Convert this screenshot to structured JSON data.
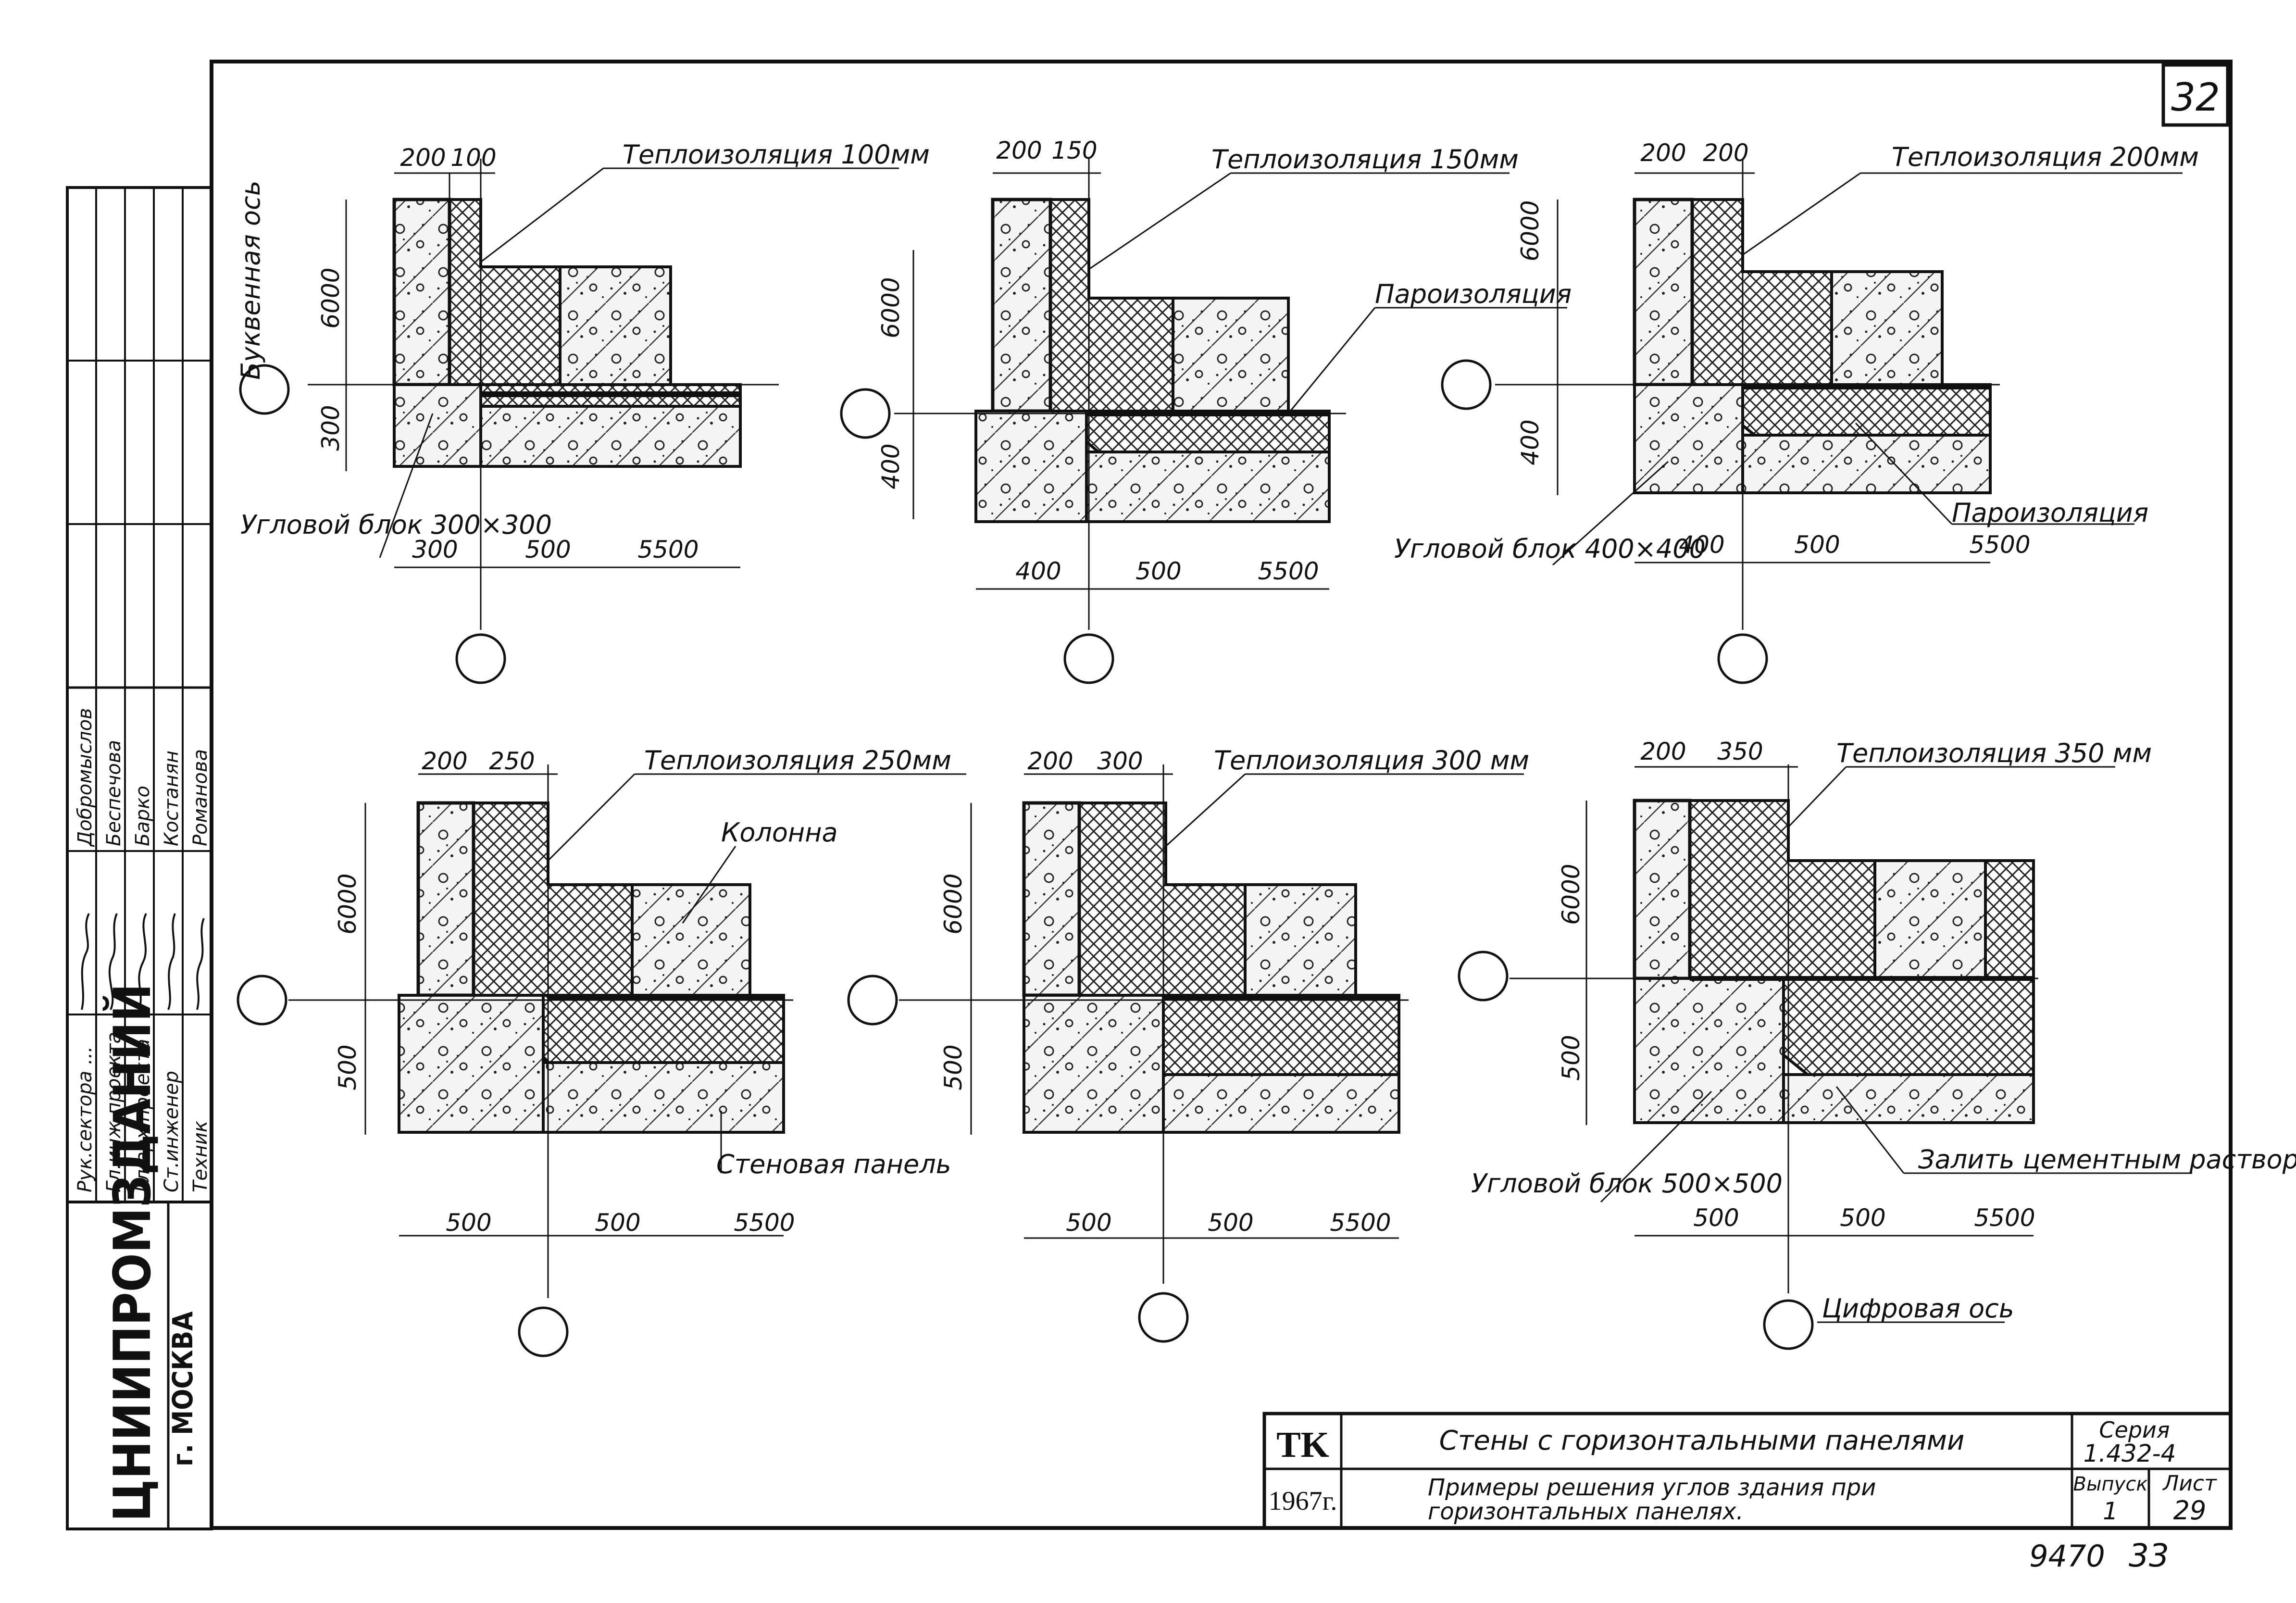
{
  "sheet": {
    "sheet_number": "32",
    "bottom_numbers": {
      "left": "9470",
      "right": "33"
    }
  },
  "title_block": {
    "tk": "TK",
    "year": "1967г.",
    "title": "Стены с горизонтальными панелями",
    "subtitle_line1": "Примеры решения углов здания при",
    "subtitle_line2": "горизонтальных панелях.",
    "series_label": "Серия",
    "series_value": "1.432-4",
    "issue_label": "Выпуск",
    "issue_value": "1",
    "list_label": "Лист",
    "list_value": "29"
  },
  "side_stamp": {
    "org_name": "ЦНИИПРОМЗДАНИЙ",
    "city": "г. МОСКВА",
    "roles": [
      "Рук.сектора ...",
      "Гл.инж.проекта",
      "Гл.арх.проекта",
      "Ст.инженер",
      "Техник"
    ],
    "names": [
      "Добромыслов",
      "Беспечова",
      "Барко",
      "Костанян",
      "Романова"
    ]
  },
  "details": [
    {
      "insulation": "Теплоизоляция 100мм",
      "top_dims": [
        "200",
        "100"
      ],
      "left_dims": [
        "6000",
        "300"
      ],
      "bottom_dims": [
        "300",
        "500",
        "5500"
      ],
      "notes": [
        "Буквенная ось",
        "Угловой блок 300×300"
      ]
    },
    {
      "insulation": "Теплоизоляция 150мм",
      "top_dims": [
        "200",
        "150"
      ],
      "left_dims": [
        "6000",
        "400"
      ],
      "bottom_dims": [
        "400",
        "500",
        "5500"
      ],
      "notes": [
        "Пароизоляция"
      ]
    },
    {
      "insulation": "Теплоизоляция 200мм",
      "top_dims": [
        "200",
        "200"
      ],
      "left_dims": [
        "6000",
        "400"
      ],
      "bottom_dims": [
        "400",
        "500",
        "5500"
      ],
      "notes": [
        "Угловой блок 400×400",
        "Пароизоляция"
      ]
    },
    {
      "insulation": "Теплоизоляция 250мм",
      "top_dims": [
        "200",
        "250"
      ],
      "left_dims": [
        "6000",
        "500"
      ],
      "bottom_dims": [
        "500",
        "500",
        "5500"
      ],
      "notes": [
        "Колонна",
        "Стеновая панель"
      ]
    },
    {
      "insulation": "Теплоизоляция 300 мм",
      "top_dims": [
        "200",
        "300"
      ],
      "left_dims": [
        "6000",
        "500"
      ],
      "bottom_dims": [
        "500",
        "500",
        "5500"
      ],
      "notes": []
    },
    {
      "insulation": "Теплоизоляция 350 мм",
      "top_dims": [
        "200",
        "350"
      ],
      "left_dims": [
        "6000",
        "500"
      ],
      "bottom_dims": [
        "500",
        "500",
        "5500"
      ],
      "notes": [
        "Залить цементным раствором",
        "Угловой блок 500×500",
        "Цифровая ось"
      ]
    }
  ]
}
